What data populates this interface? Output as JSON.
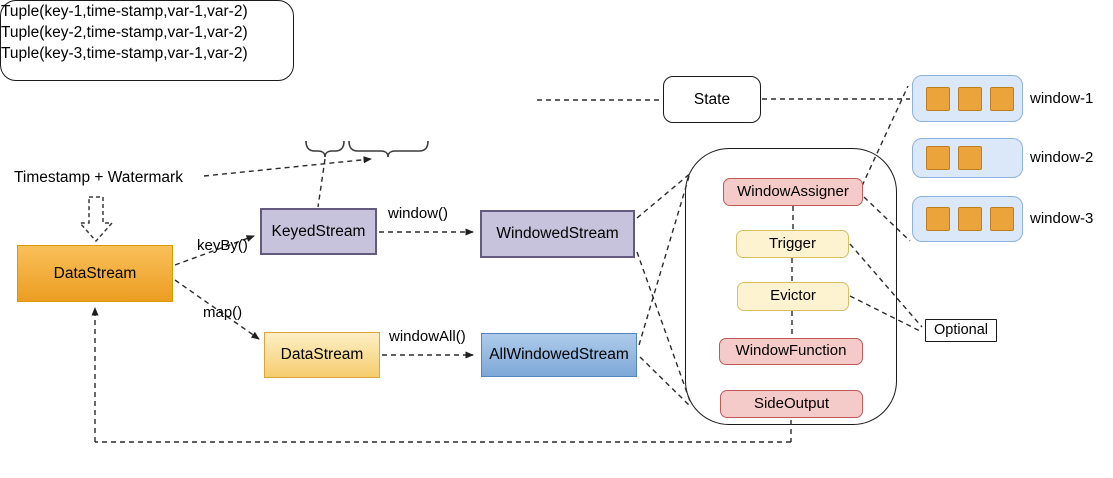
{
  "colors": {
    "line": "#2b2b2b",
    "orange_top": "#F9C05A",
    "orange_bottom": "#EC9D22",
    "orange_border": "#D79B00",
    "yellow_top": "#FCEFC5",
    "yellow_bottom": "#F6CD6E",
    "yellow_border": "#DFA33C",
    "purple_fill": "#C8C3DC",
    "purple_border": "#635A7D",
    "blue_top": "#AECBEA",
    "blue_bottom": "#7EA8D8",
    "blue_border": "#5585C0",
    "winrow_fill": "#DBE8FA",
    "winrow_border": "#8FB1E0",
    "square_fill": "#EBA33B",
    "square_border": "#BE7E20",
    "pink_fill": "#F5CBC9",
    "pink_border": "#BF5B57",
    "cream_fill": "#FDF3D1",
    "cream_border": "#D9BE62"
  },
  "tuple_box": {
    "lines": [
      "Tuple(key-1,time-stamp,var-1,var-2)",
      "Tuple(key-2,time-stamp,var-1,var-2)",
      "Tuple(key-3,time-stamp,var-1,var-2)"
    ]
  },
  "state": {
    "label": "State"
  },
  "windows": [
    {
      "label": "window-1",
      "squares": 3
    },
    {
      "label": "window-2",
      "squares": 2
    },
    {
      "label": "window-3",
      "squares": 3
    }
  ],
  "annotations": {
    "timestamp_watermark": "Timestamp + Watermark",
    "optional": "Optional"
  },
  "nodes": {
    "datastream_source": "DataStream",
    "keyed_stream": "KeyedStream",
    "windowed_stream": "WindowedStream",
    "datastream_mapped": "DataStream",
    "all_windowed_stream": "AllWindowedStream",
    "window_assigner": "WindowAssigner",
    "trigger": "Trigger",
    "evictor": "Evictor",
    "window_function": "WindowFunction",
    "side_output": "SideOutput"
  },
  "edge_labels": {
    "keyby": "keyBy()",
    "map": "map()",
    "window": "window()",
    "windowall": "windowAll()"
  }
}
